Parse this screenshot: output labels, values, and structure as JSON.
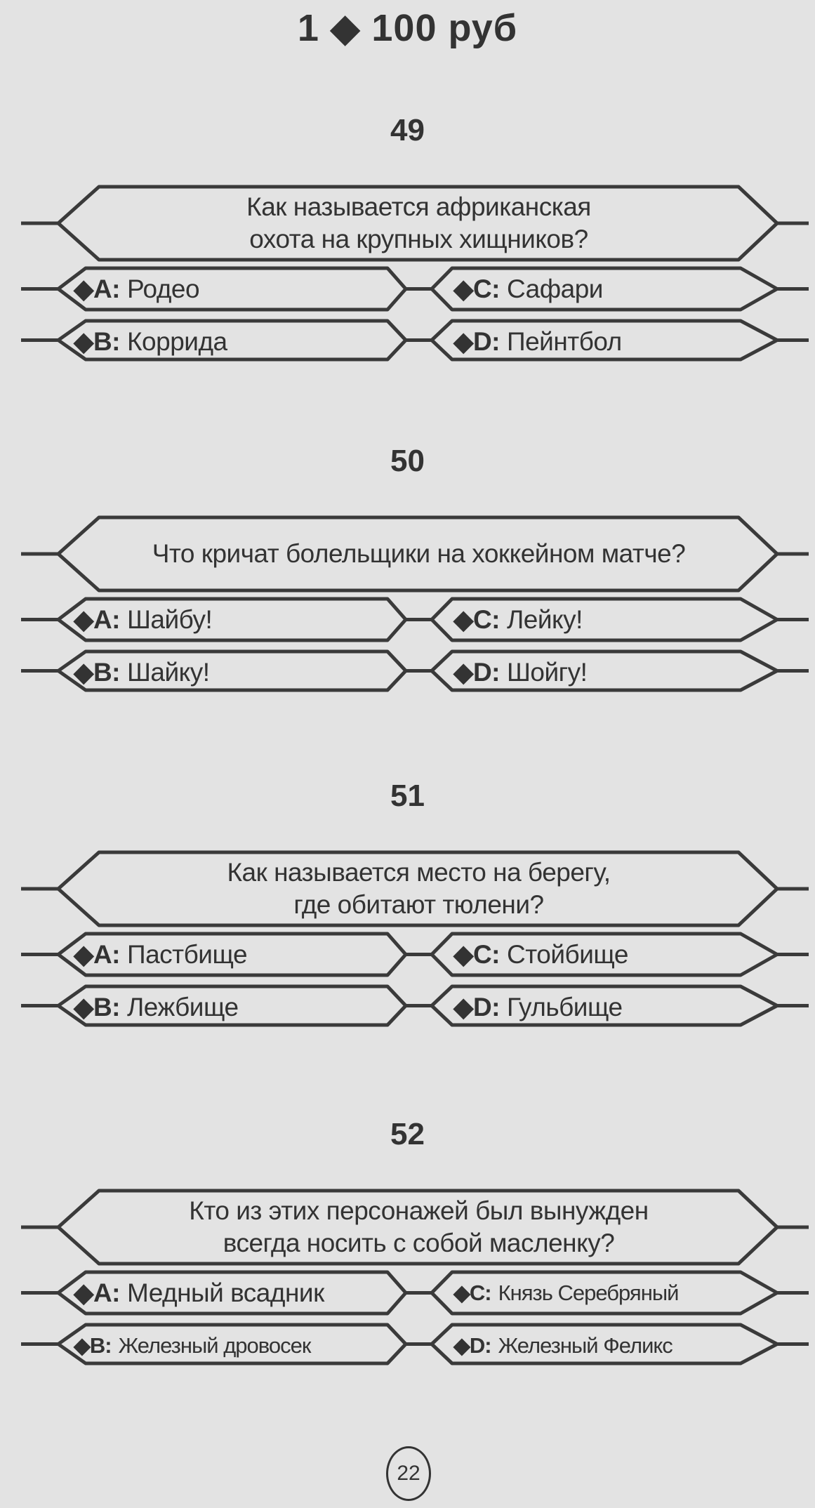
{
  "header": {
    "title": "1 ◆ 100 руб"
  },
  "questions": [
    {
      "number": "49",
      "text": "Как называется африканская\nохота на крупных хищников?",
      "answers": {
        "A": "Родео",
        "B": "Коррида",
        "C": "Сафари",
        "D": "Пейнтбол"
      }
    },
    {
      "number": "50",
      "text": "Что кричат болельщики на хоккейном матче?",
      "answers": {
        "A": "Шайбу!",
        "B": "Шайку!",
        "C": "Лейку!",
        "D": "Шойгу!"
      }
    },
    {
      "number": "51",
      "text": "Как называется место на берегу,\nгде обитают тюлени?",
      "answers": {
        "A": "Пастбище",
        "B": "Лежбище",
        "C": "Стойбище",
        "D": "Гульбище"
      }
    },
    {
      "number": "52",
      "text": "Кто из этих персонажей был вынужден\nвсегда носить с собой масленку?",
      "answers": {
        "A": "Медный всадник",
        "B": "Железный дровосек",
        "C": "Князь Серебряный",
        "D": "Железный Феликс"
      }
    }
  ],
  "labels": {
    "A": "◆A:",
    "B": "◆B:",
    "C": "◆C:",
    "D": "◆D:"
  },
  "footer": {
    "page_number": "22"
  }
}
